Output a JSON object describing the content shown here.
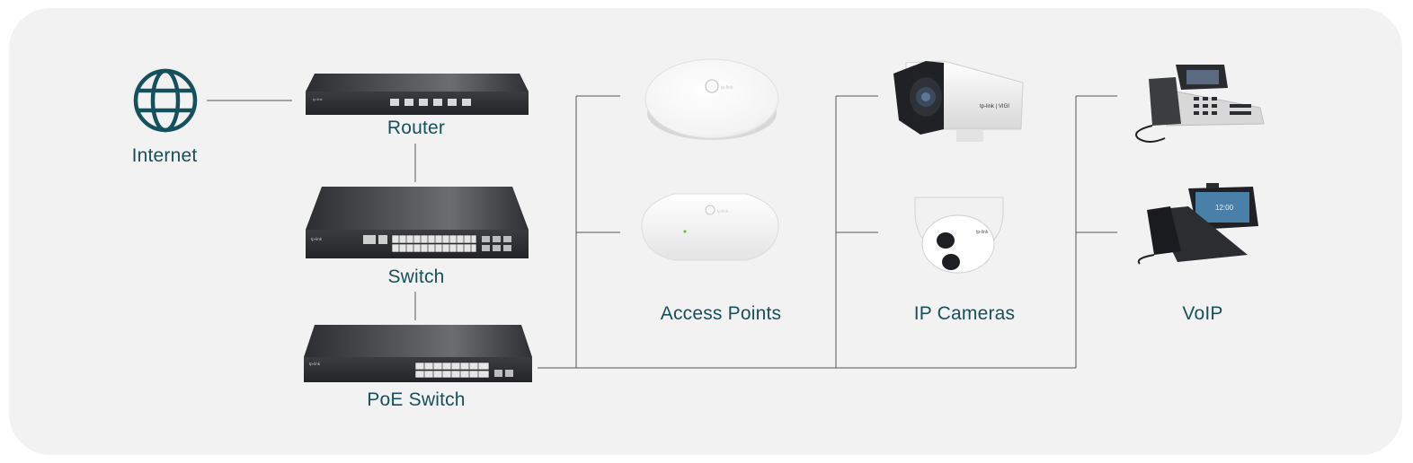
{
  "labels": {
    "internet": "Internet",
    "router": "Router",
    "switch": "Switch",
    "poe_switch": "PoE Switch",
    "access_points": "Access Points",
    "ip_cameras": "IP Cameras",
    "voip": "VoIP"
  },
  "device_marks": {
    "brand": "tp-link",
    "camera_brand": "tp-link | VIGI",
    "phone_clock": "12:00"
  },
  "icons": {
    "internet": "globe-icon"
  },
  "colors": {
    "label": "#16505c",
    "line": "#555555",
    "panel": "#f2f2f2"
  }
}
